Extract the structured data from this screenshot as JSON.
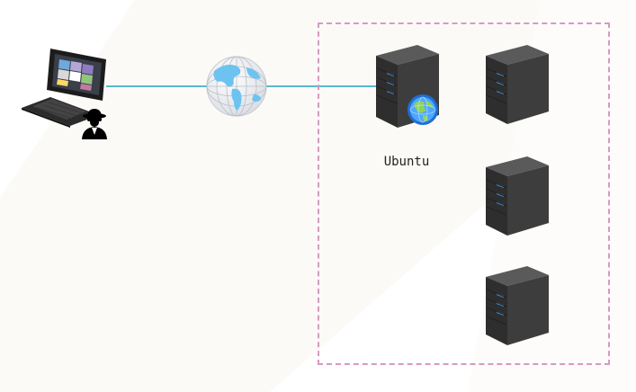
{
  "diagram": {
    "nodes": [
      {
        "id": "attacker-laptop",
        "icon": "laptop-icon"
      },
      {
        "id": "attacker",
        "icon": "hacker-icon"
      },
      {
        "id": "internet",
        "icon": "globe-icon"
      },
      {
        "id": "ubuntu-server",
        "icon": "server-with-globe-icon",
        "label": "Ubuntu"
      },
      {
        "id": "server-2",
        "icon": "server-icon"
      },
      {
        "id": "server-3",
        "icon": "server-icon"
      },
      {
        "id": "server-4",
        "icon": "server-icon"
      }
    ],
    "edges": [
      {
        "from": "attacker-laptop",
        "to": "internet"
      },
      {
        "from": "internet",
        "to": "ubuntu-server"
      }
    ],
    "group": {
      "name": "network-zone",
      "style": "dashed",
      "color": "#d69ac2"
    },
    "link_color": "#5bb8cc"
  }
}
